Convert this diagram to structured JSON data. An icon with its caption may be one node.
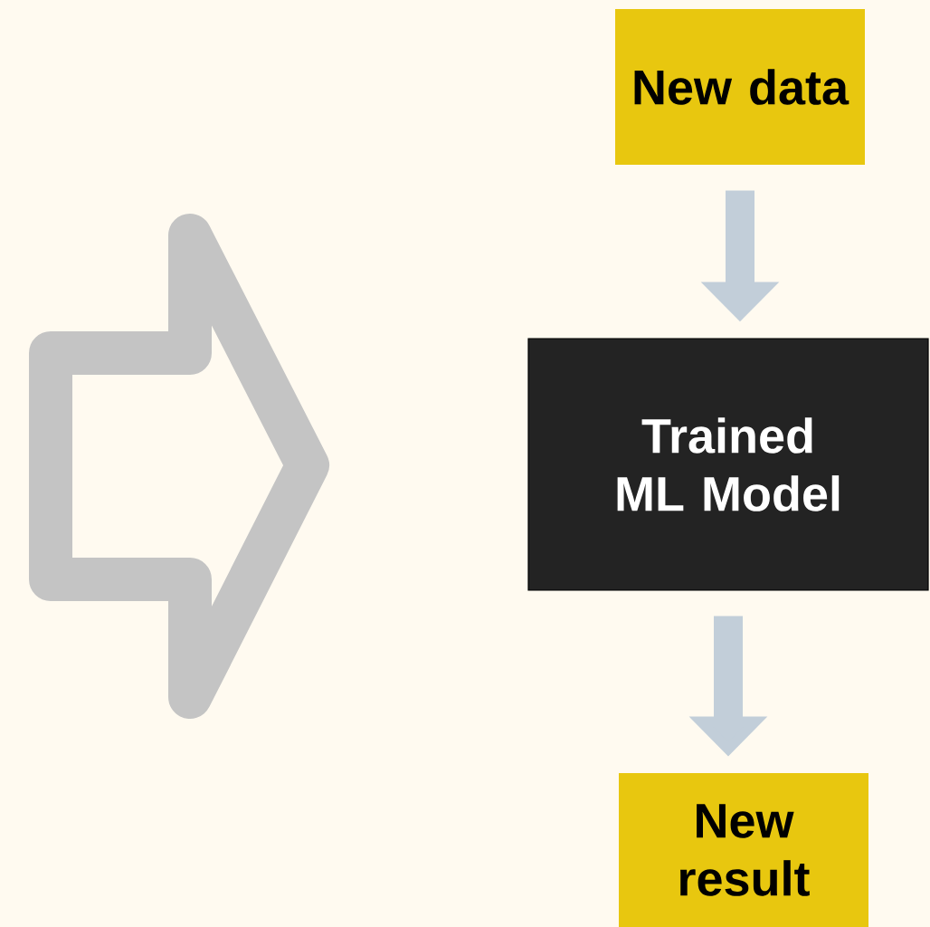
{
  "diagram": {
    "nodes": [
      {
        "text": [
          "New data"
        ]
      },
      {
        "text": [
          "Trained ML Model"
        ]
      },
      {
        "text": [
          "New result"
        ]
      }
    ],
    "edges": [
      {
        "from": 0,
        "to": 1,
        "arrow": "to"
      },
      {
        "from": 1,
        "to": 2,
        "arrow": "to"
      }
    ]
  }
}
